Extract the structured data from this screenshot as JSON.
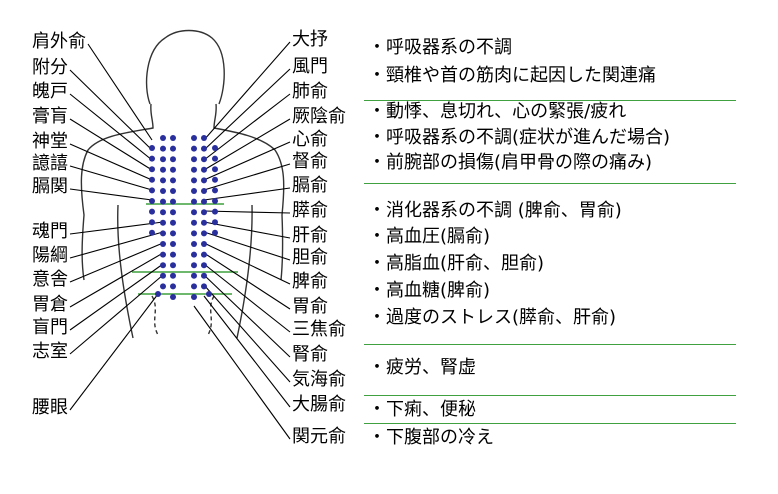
{
  "diagram": {
    "left_labels": [
      "肩外俞",
      "附分",
      "魄戸",
      "膏肓",
      "神堂",
      "譩譆",
      "膈関",
      "魂門",
      "陽綱",
      "意舎",
      "胃倉",
      "盲門",
      "志室",
      "腰眼"
    ],
    "right_labels": [
      "大抒",
      "風門",
      "肺俞",
      "厥陰俞",
      "心俞",
      "督俞",
      "膈俞",
      "膵俞",
      "肝俞",
      "胆俞",
      "脾俞",
      "胃俞",
      "三焦俞",
      "腎俞",
      "気海俞",
      "大腸俞",
      "関元俞"
    ],
    "effects": [
      [
        "・呼吸器系の不調",
        "・頸椎や首の筋肉に起因した関連痛"
      ],
      [
        "・動悸、息切れ、心の緊張/疲れ",
        "・呼吸器系の不調(症状が進んだ場合)",
        "・前腕部の損傷(肩甲骨の際の痛み)"
      ],
      [
        "・消化器系の不調 (脾俞、胃俞)",
        "・高血圧(膈俞)",
        "・高脂血(肝俞、胆俞)",
        "・高血糖(脾俞)",
        "・過度のストレス(膵俞、肝俞)"
      ],
      [
        "・疲労、腎虚"
      ],
      [
        "・下痢、便秘"
      ],
      [
        "・下腹部の冷え"
      ]
    ],
    "colors": {
      "point_fill": "#2a2f9e",
      "separator": "#3fa13f",
      "outline": "#333333"
    }
  }
}
